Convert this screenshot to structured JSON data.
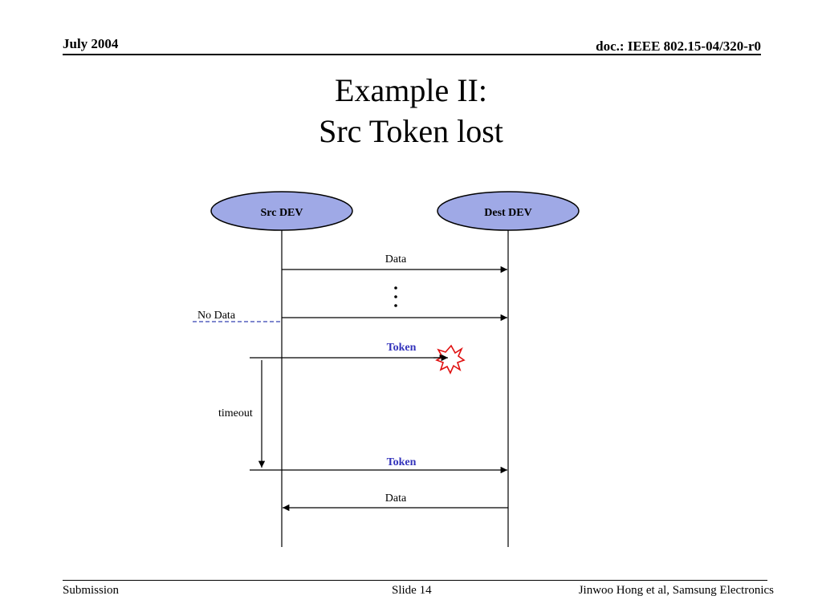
{
  "header": {
    "date": "July 2004",
    "doc_id": "doc.: IEEE 802.15-04/320-r0"
  },
  "title": {
    "line1": "Example II:",
    "line2": "Src Token lost"
  },
  "diagram": {
    "src_label": "Src DEV",
    "dest_label": "Dest DEV",
    "msg_data_1": "Data",
    "msg_no_data": "No Data",
    "msg_token_lost": "Token",
    "timeout_label": "timeout",
    "msg_token_2": "Token",
    "msg_data_2": "Data",
    "colors": {
      "ellipse_fill": "#9fa9e6",
      "token_text": "#3333bb",
      "dashed_line": "#3340b0",
      "burst_stroke": "#e01010"
    }
  },
  "footer": {
    "left": "Submission",
    "center": "Slide 14",
    "right": "Jinwoo Hong et al, Samsung Electronics"
  }
}
